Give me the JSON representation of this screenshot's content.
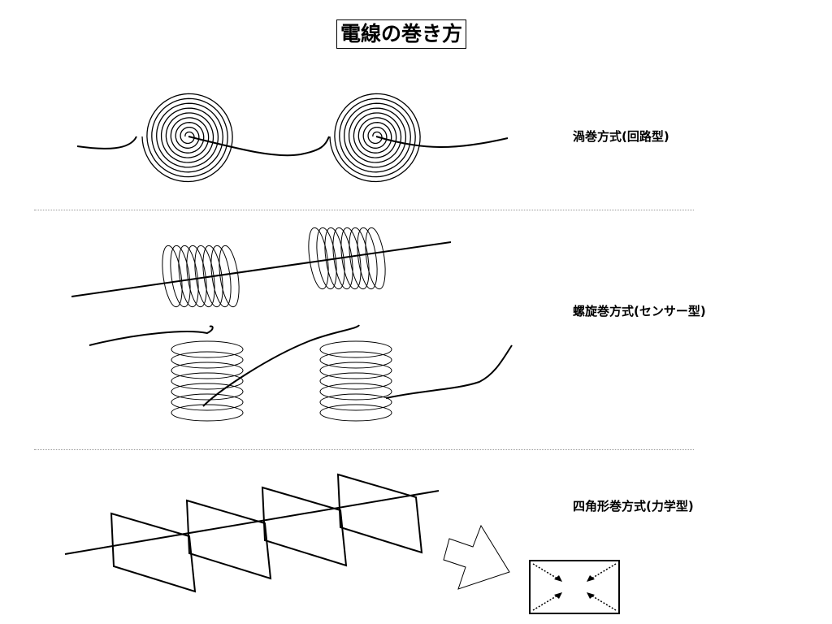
{
  "title": "電線の巻き方",
  "sections": [
    {
      "label": "渦巻方式(回路型)"
    },
    {
      "label": "螺旋巻方式(センサー型)"
    },
    {
      "label": "四角形巻方式(力学型)"
    }
  ],
  "colors": {
    "line": "#000000",
    "separator": "#999999"
  }
}
